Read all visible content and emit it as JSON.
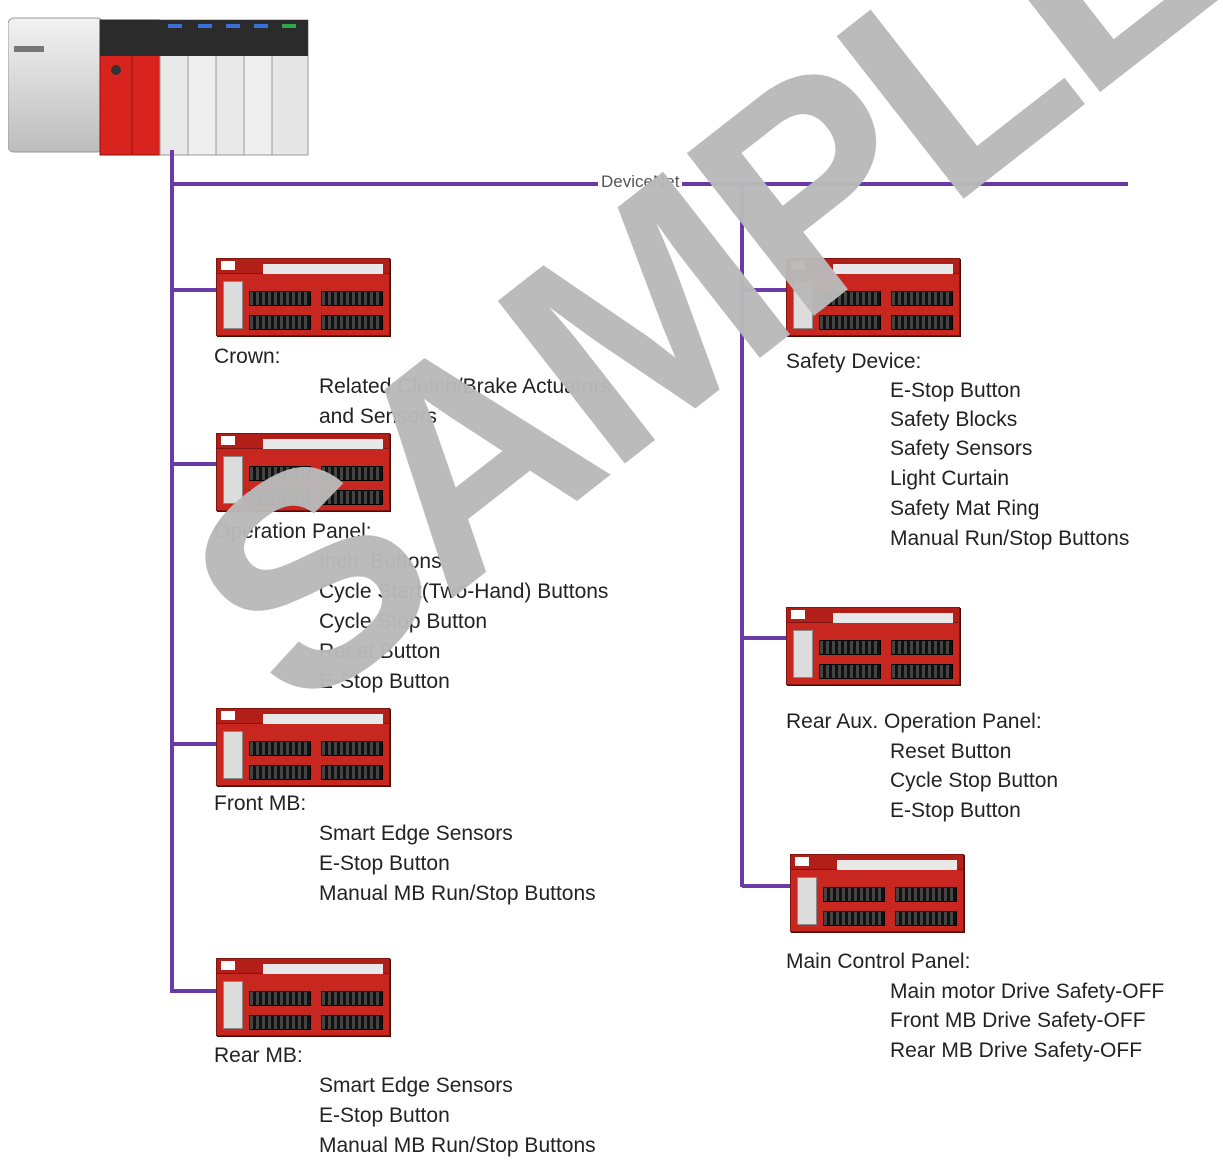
{
  "network": {
    "label": "DeviceNet"
  },
  "watermark": "SAMPLE",
  "nodes": {
    "crown": {
      "title": "Crown:",
      "items": [
        "Related Clutch/Brake Actuators",
        "and Sensors"
      ]
    },
    "operation_panel": {
      "title": "Operation Panel:",
      "items": [
        "Inch. Buttons",
        "Cycle Start(Two-Hand) Buttons",
        "Cycle Stop Button",
        "Reset Button",
        "E-Stop Button"
      ]
    },
    "front_mb": {
      "title": "Front MB:",
      "items": [
        "Smart Edge Sensors",
        "E-Stop Button",
        "Manual MB Run/Stop Buttons"
      ]
    },
    "rear_mb": {
      "title": "Rear MB:",
      "items": [
        "Smart Edge Sensors",
        "E-Stop Button",
        "Manual MB Run/Stop Buttons"
      ]
    },
    "safety_device": {
      "title": "Safety Device:",
      "items": [
        "E-Stop Button",
        "Safety Blocks",
        "Safety Sensors",
        "Light Curtain",
        "Safety Mat Ring",
        "Manual Run/Stop Buttons"
      ]
    },
    "rear_aux_panel": {
      "title": "Rear Aux. Operation Panel:",
      "items": [
        "Reset Button",
        "Cycle Stop Button",
        "E-Stop Button"
      ]
    },
    "main_control_panel": {
      "title": "Main Control Panel:",
      "items": [
        "Main motor Drive Safety-OFF",
        "Front MB Drive Safety-OFF",
        "Rear MB Drive Safety-OFF"
      ]
    }
  },
  "colors": {
    "bus": "#6a3aa6",
    "module": "#c8271f",
    "plc_slot_red": "#d8231e"
  }
}
